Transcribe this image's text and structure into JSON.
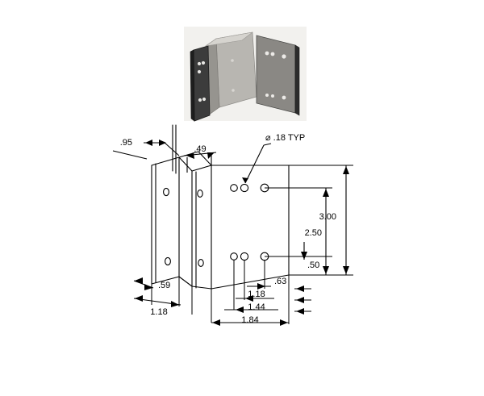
{
  "document": {
    "type": "engineering-drawing",
    "title": "Sheet metal bracket — isometric with dimensions",
    "background_color": "#ffffff",
    "line_color": "#000000"
  },
  "photo": {
    "name": "bracket-product-photo",
    "description": "Black and white photograph of a folded sheet-metal bracket with two wings and a center channel",
    "colors": {
      "left_wing": "#3a3a3a",
      "left_wing_edge": "#1a1a1a",
      "center_channel": "#b4b2ad",
      "center_inner": "#8e8c88",
      "right_wing": "#85837f",
      "right_wing_edge": "#2b2b2b",
      "backdrop": "#f2f1ee"
    },
    "hole_color": "#e8e7e4"
  },
  "callouts": [
    {
      "id": "hole-diameter",
      "symbol": "⌀",
      "text": ".18 TYP",
      "full": "⌀ .18 TYP"
    }
  ],
  "dimensions": {
    "top_left": [
      {
        "id": "dim-95",
        "value": ".95",
        "orientation": "leader"
      },
      {
        "id": "dim-49",
        "value": ".49",
        "orientation": "leader"
      }
    ],
    "right_vertical": [
      {
        "id": "dim-300",
        "value": "3.00",
        "orientation": "vertical"
      },
      {
        "id": "dim-250",
        "value": "2.50",
        "orientation": "vertical"
      },
      {
        "id": "dim-50",
        "value": ".50",
        "orientation": "vertical"
      }
    ],
    "bottom_left": [
      {
        "id": "dim-59",
        "value": ".59",
        "orientation": "horizontal"
      },
      {
        "id": "dim-118-left",
        "value": "1.18",
        "orientation": "horizontal"
      }
    ],
    "bottom_right": [
      {
        "id": "dim-63",
        "value": ".63",
        "orientation": "horizontal"
      },
      {
        "id": "dim-118-right",
        "value": "1.18",
        "orientation": "horizontal"
      },
      {
        "id": "dim-144",
        "value": "1.44",
        "orientation": "horizontal"
      },
      {
        "id": "dim-184",
        "value": "1.84",
        "orientation": "horizontal"
      }
    ]
  },
  "holes": {
    "front_face_top_row": 3,
    "front_face_bottom_row": 3,
    "left_flange_rows": 2,
    "mid_flange_rows": 2
  }
}
